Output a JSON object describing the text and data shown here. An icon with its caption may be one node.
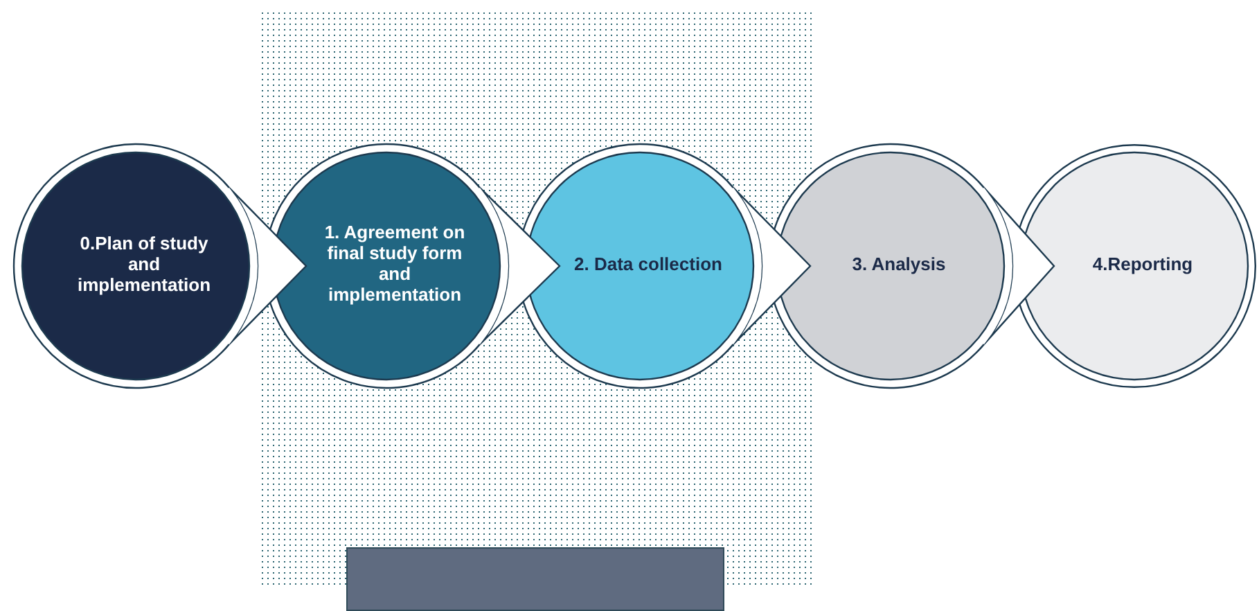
{
  "diagram": {
    "nodes": [
      {
        "text": [
          "0.Plan of study and implementation"
        ]
      },
      {
        "text": [
          "1. Agreement on final study form and implementation"
        ]
      },
      {
        "text": [
          "2. Data collection"
        ]
      },
      {
        "text": [
          "3. Analysis"
        ]
      },
      {
        "text": [
          "4.Reporting"
        ]
      },
      {
        "text": [],
        "shape": "box"
      }
    ],
    "edges": [
      {
        "from": 0,
        "to": 1,
        "arrow": "to"
      },
      {
        "from": 1,
        "to": 2,
        "arrow": "to"
      },
      {
        "from": 2,
        "to": 3,
        "arrow": "to"
      },
      {
        "from": 3,
        "to": 4,
        "arrow": "to"
      }
    ]
  }
}
